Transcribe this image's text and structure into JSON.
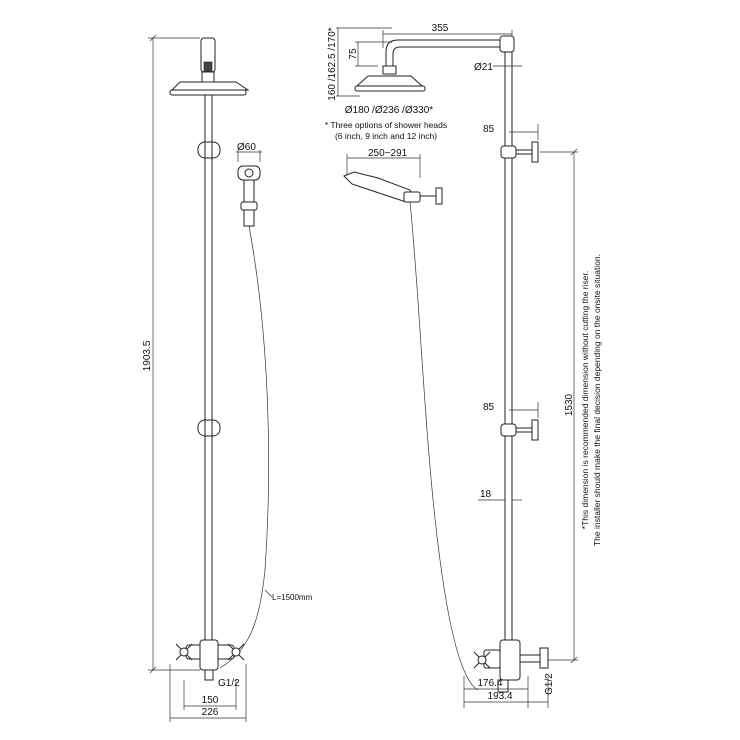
{
  "dimensions": {
    "total_height": "1903.5",
    "head_arm_length": "355",
    "head_drop": "75",
    "head_height_options": "160 /162.5 /170*",
    "head_diameter_options": "Ø180 /Ø236 /Ø330*",
    "riser_diameter": "Ø21",
    "handset_diameter": "Ø60",
    "handset_reach": "250~291",
    "bracket_upper": "85",
    "bracket_lower": "85",
    "riser_offset": "18",
    "recommended_height": "1530",
    "hose_length": "L=1500mm",
    "inlet_left": "G1/2",
    "inlet_right": "G1/2",
    "centers_inner": "150",
    "centers_outer": "226",
    "depth_inner": "176.4",
    "depth_outer": "193.4"
  },
  "notes": {
    "shower_heads_line1": "* Three options of shower heads",
    "shower_heads_line2": "(6 inch, 9 inch and 12 inch)",
    "riser_line1": "*This dimension is recommended dimension without cutting the riser.",
    "riser_line2": "The installer should make the final decision depending on the onsite situation."
  }
}
